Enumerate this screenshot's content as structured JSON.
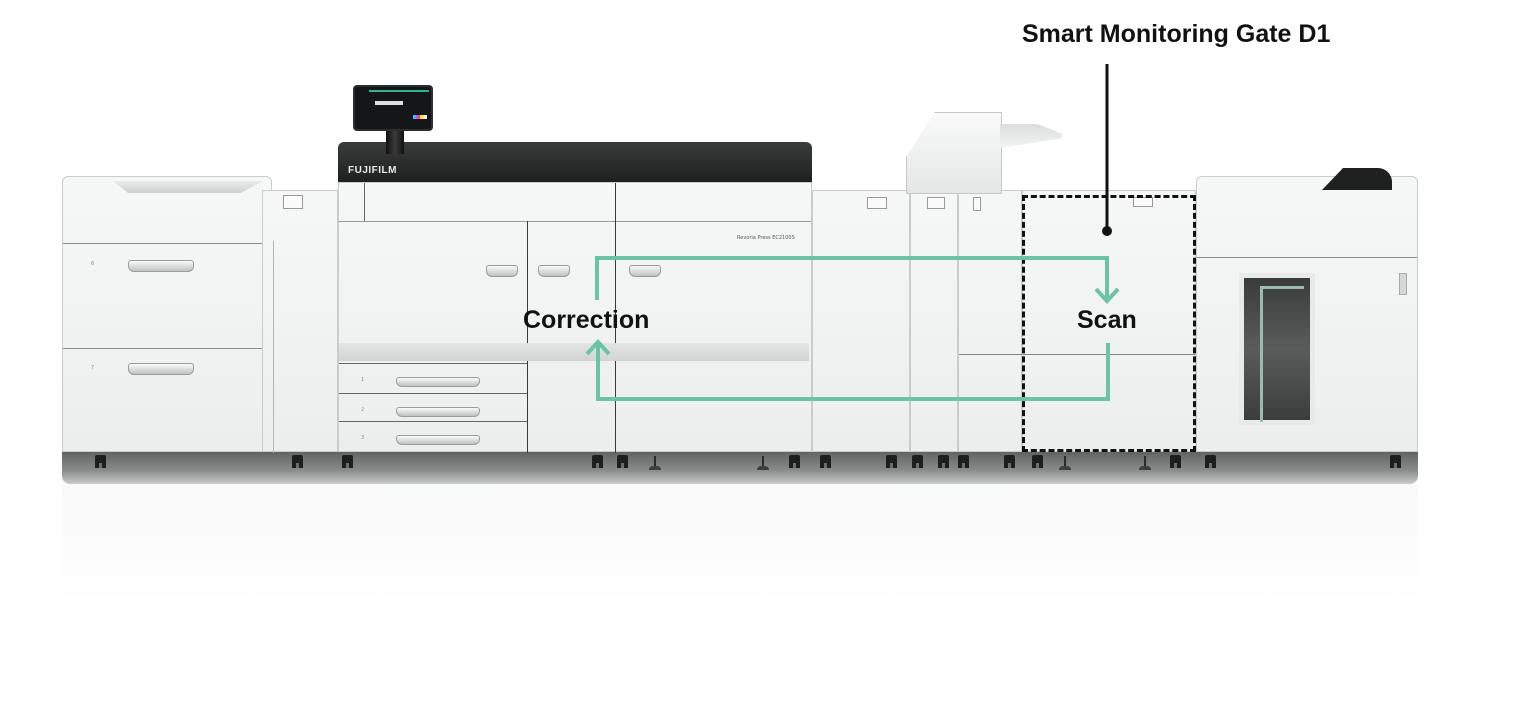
{
  "diagram": {
    "title": "Smart Monitoring Gate D1",
    "labels": {
      "correction": "Correction",
      "scan": "Scan"
    },
    "brand": {
      "logo_text": "FUJIFILM",
      "model_badge": "Revoria Press EC2100S"
    },
    "tray_numbers": [
      "1",
      "2",
      "3"
    ],
    "hcf_tray_numbers": [
      "6",
      "7"
    ],
    "colors": {
      "flow_arrow": "#6cc3a8",
      "label_text": "#111111",
      "pointer_line": "#111111",
      "dashed_box": "#111111",
      "machine_body": "#f2f3f3",
      "machine_top": "#2b2b2b",
      "floor_shadow": "#6f7170"
    },
    "flow": {
      "description": "Loop from Correction (print engine) to Scan (Smart Monitoring Gate D1) and back",
      "from": "Correction",
      "to": "Scan",
      "return_to": "Correction"
    }
  }
}
